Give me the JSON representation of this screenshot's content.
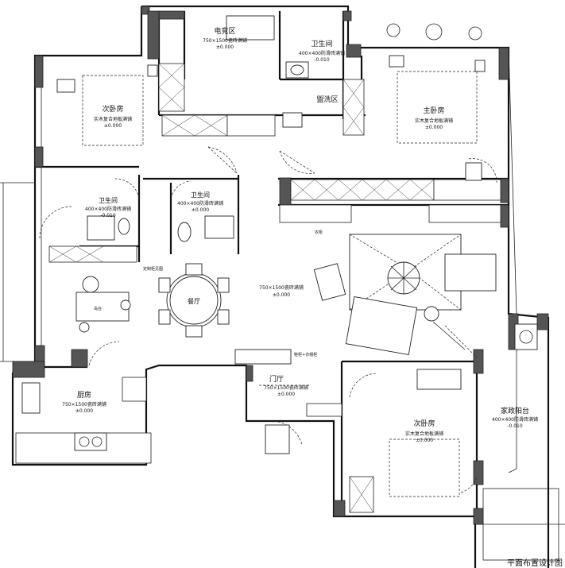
{
  "rooms": {
    "secondary_bedroom_nw": {
      "name": "次卧房",
      "floor": "实木复合地板满铺",
      "level": "±0.000"
    },
    "appliance_area": {
      "name": "电竞区",
      "floor": "750×1500瓷砖满铺",
      "level": "±0.000"
    },
    "bathroom_top": {
      "name": "卫生间",
      "floor": "400×400防滑砖满铺",
      "level": "-0.010"
    },
    "wash_area": {
      "name": "盥洗区"
    },
    "master_bedroom": {
      "name": "主卧房",
      "floor": "实木复合地板满铺",
      "level": "±0.000"
    },
    "bathroom_left": {
      "name": "卫生间",
      "floor": "400×400防滑砖满铺",
      "level": "-0.010"
    },
    "bathroom_mid": {
      "name": "卫生间",
      "floor": "400×400防滑砖满铺",
      "level": "±0.000"
    },
    "dining": {
      "name": "餐厅"
    },
    "living": {
      "floor": "750×1500瓷砖满铺",
      "level": "±0.000"
    },
    "kitchen": {
      "name": "厨房",
      "floor": "750×1500瓷砖满铺",
      "level": "±0.000"
    },
    "entrance": {
      "name": "门厅",
      "floor": "750×1500瓷砖满铺",
      "level": "±0.000"
    },
    "secondary_bedroom_se": {
      "name": "次卧房",
      "floor": "实木复合地板满铺",
      "level": "±0.000"
    },
    "balcony": {
      "name": "家政阳台",
      "floor": "400×400防滑砖满铺",
      "level": "-0.010"
    }
  },
  "annotations": {
    "cabinet_note": "定制柜见图",
    "shoe_note": "鞋柜+衣帽柜",
    "island_note": "岛台",
    "bed_label": "衣柜"
  },
  "footer": {
    "caption": "平面布置设计图"
  },
  "colors": {
    "wall": "#111111",
    "column": "#555555",
    "line": "#222222",
    "background": "#ffffff"
  }
}
